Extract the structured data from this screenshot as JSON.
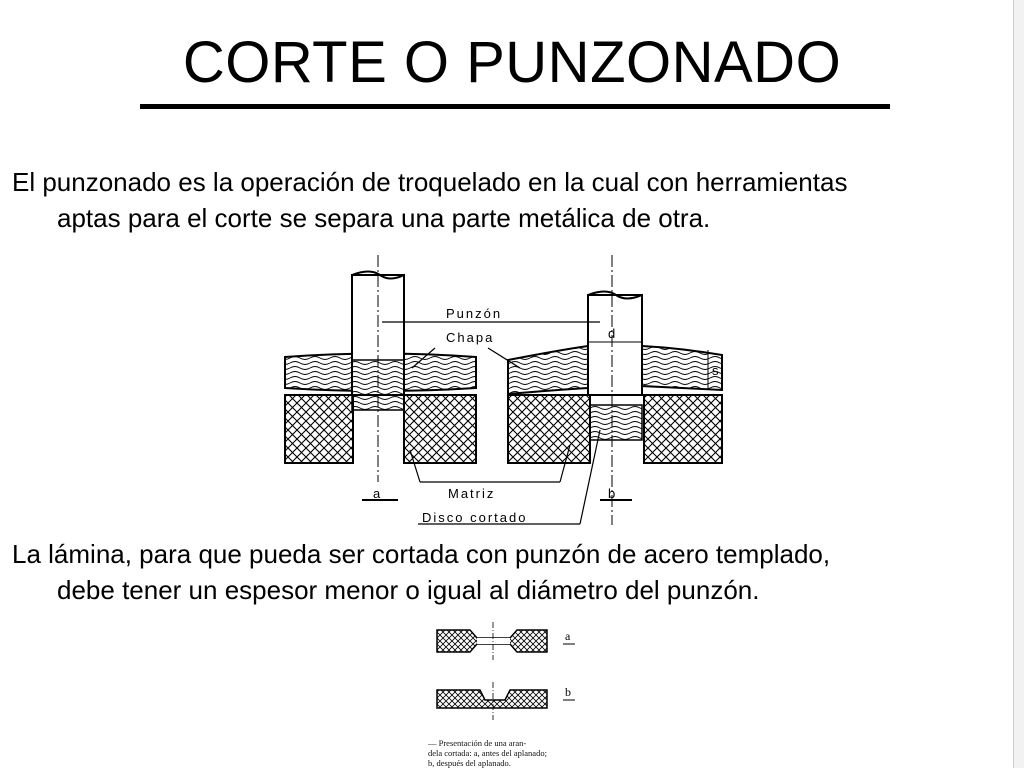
{
  "slide": {
    "title": "CORTE O PUNZONADO",
    "p1_line1": "El punzonado es la operación de troquelado en la cual con herramientas",
    "p1_line2": "aptas para el corte se separa una parte metálica de otra.",
    "p2_line1": "La lámina, para que pueda ser cortada con punzón de acero templado,",
    "p2_line2": "debe tener un espesor menor o igual al diámetro del punzón."
  },
  "figure1": {
    "label_punzon": "Punzón",
    "label_chapa": "Chapa",
    "label_d": "d",
    "label_s": "s",
    "label_matriz": "Matriz",
    "label_disco": "Disco cortado",
    "label_a": "a",
    "label_b": "b"
  },
  "figure2": {
    "label_a": "a",
    "label_b": "b",
    "caption_line1": "— Presentación de una aran-",
    "caption_line2": "dela cortada: a, antes del aplanado;",
    "caption_line3": "b, después del aplanado."
  }
}
